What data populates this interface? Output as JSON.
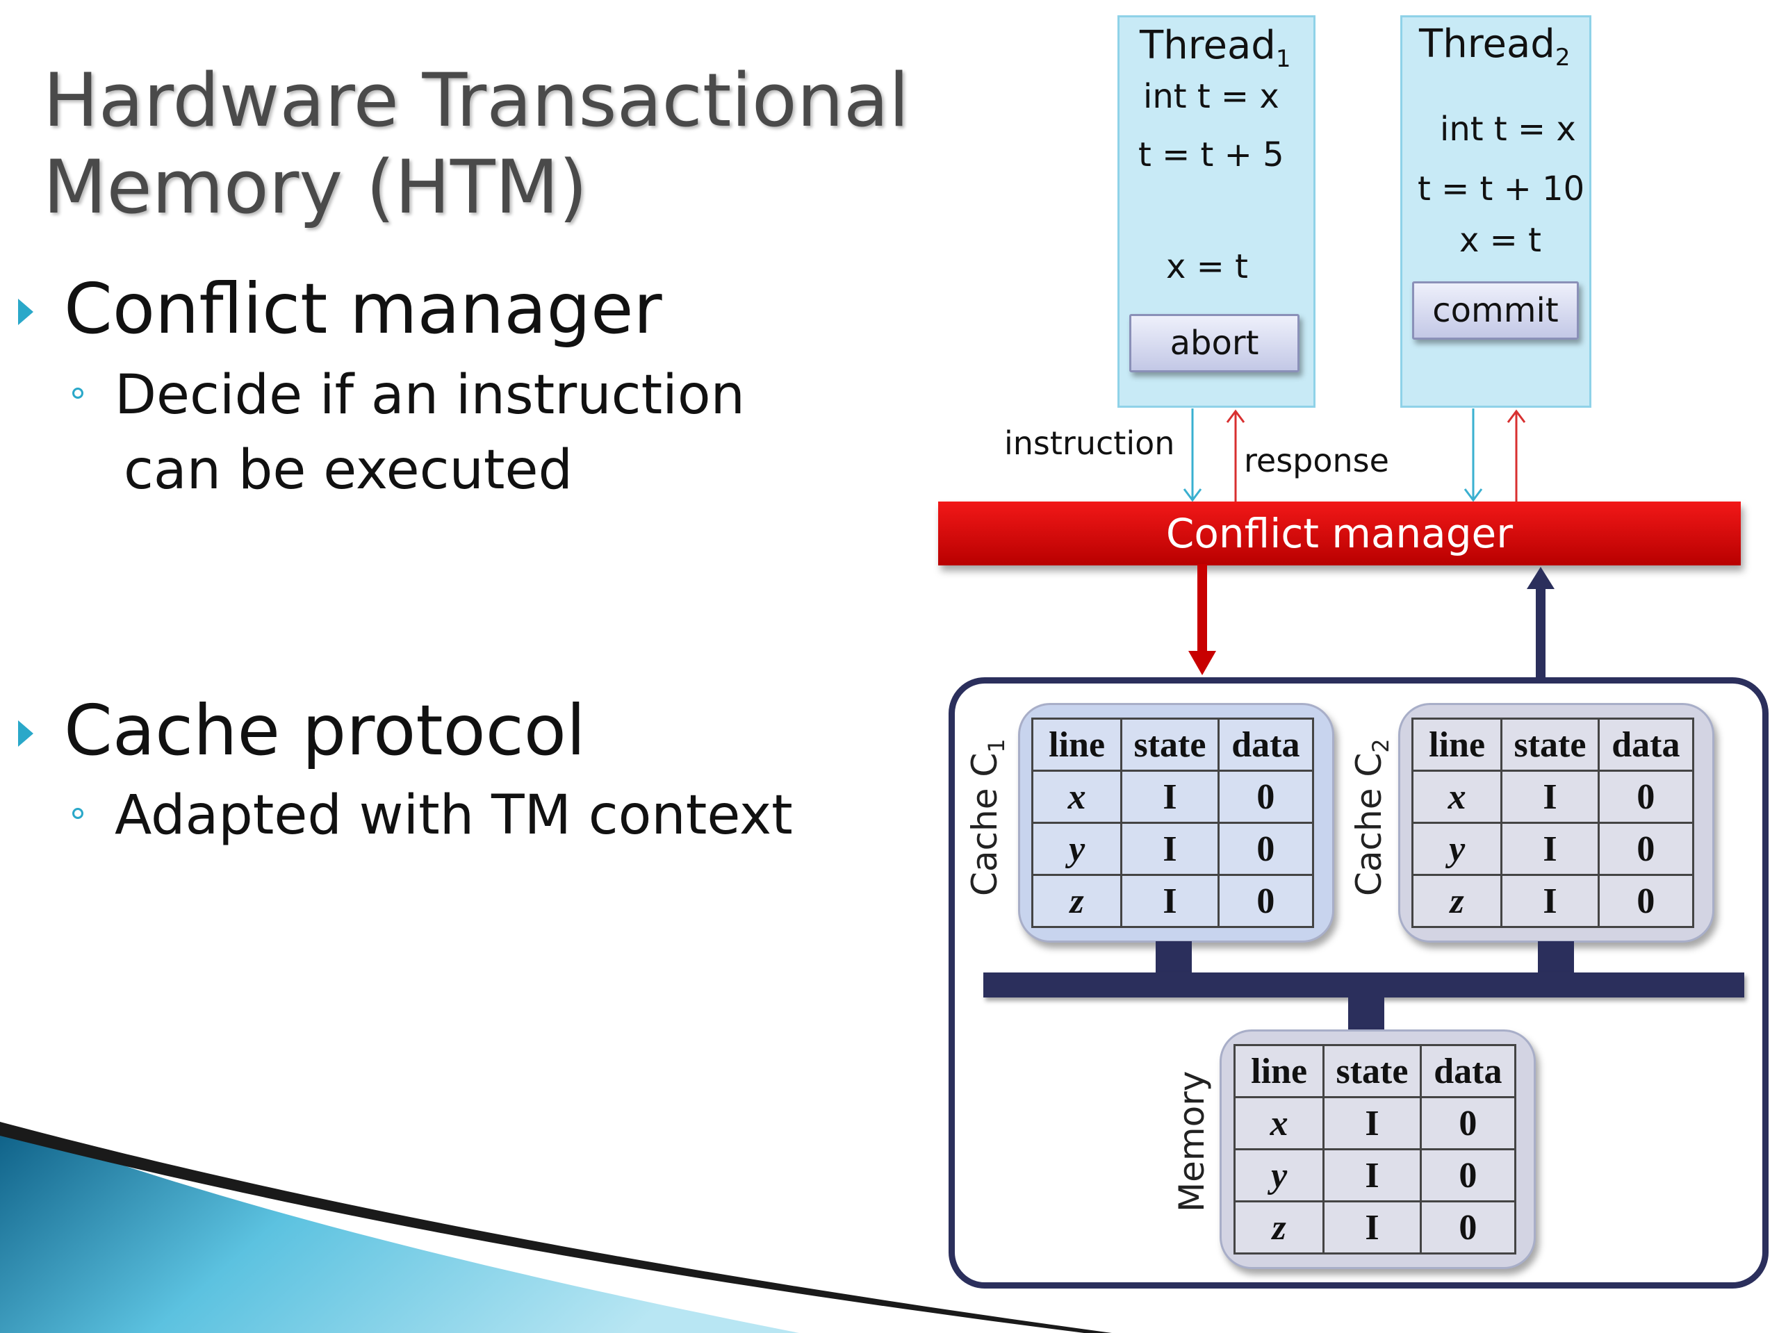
{
  "title": {
    "line1": "Hardware Transactional",
    "line2": "Memory (HTM)"
  },
  "bullets": [
    {
      "label": "Conflict manager",
      "subs": [
        "Decide if an instruction",
        "can be executed"
      ]
    },
    {
      "label": "Cache protocol",
      "subs": [
        "Adapted with TM context"
      ]
    }
  ],
  "threads": [
    {
      "name": "Thread",
      "subscript": "1",
      "lines": [
        "int t = x",
        "t = t + 5",
        "x = t"
      ],
      "button": "abort"
    },
    {
      "name": "Thread",
      "subscript": "2",
      "lines": [
        "int t = x",
        "t = t + 10",
        "x = t"
      ],
      "button": "commit"
    }
  ],
  "arrow_labels": {
    "instruction": "instruction",
    "response": "response"
  },
  "conflict_manager": "Conflict manager",
  "caches": [
    {
      "label": "Cache C",
      "subscript": "1"
    },
    {
      "label": "Cache C",
      "subscript": "2"
    }
  ],
  "memory_label": "Memory",
  "table": {
    "headers": [
      "line",
      "state",
      "data"
    ],
    "rows": [
      [
        "x",
        "I",
        "0"
      ],
      [
        "y",
        "I",
        "0"
      ],
      [
        "z",
        "I",
        "0"
      ]
    ]
  },
  "colors": {
    "accent": "#2aa8c9",
    "conflict_manager": "#d40000",
    "bus": "#2b2f5c",
    "thread_bg": "#c8eaf6",
    "instruction_arrow": "#3ab0d0",
    "response_arrow": "#d83030"
  }
}
